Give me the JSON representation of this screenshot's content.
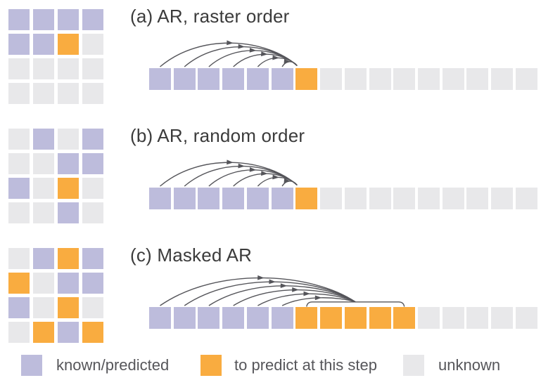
{
  "figure": {
    "rows": [
      {
        "id": "a",
        "title": "(a) AR, raster order",
        "grid": [
          [
            "K",
            "K",
            "K",
            "K"
          ],
          [
            "K",
            "K",
            "P",
            "U"
          ],
          [
            "U",
            "U",
            "U",
            "U"
          ],
          [
            "U",
            "U",
            "U",
            "U"
          ]
        ],
        "sequence": [
          "K",
          "K",
          "K",
          "K",
          "K",
          "K",
          "P",
          "U",
          "U",
          "U",
          "U",
          "U",
          "U",
          "U",
          "U",
          "U"
        ],
        "arrows": {
          "style": "converge",
          "sources": [
            0,
            1,
            2,
            3,
            4,
            5
          ],
          "target_start": 6,
          "target_end": 6
        }
      },
      {
        "id": "b",
        "title": "(b) AR, random order",
        "grid": [
          [
            "U",
            "K",
            "U",
            "K"
          ],
          [
            "U",
            "U",
            "K",
            "K"
          ],
          [
            "K",
            "U",
            "P",
            "U"
          ],
          [
            "U",
            "U",
            "K",
            "U"
          ]
        ],
        "sequence": [
          "K",
          "K",
          "K",
          "K",
          "K",
          "K",
          "P",
          "U",
          "U",
          "U",
          "U",
          "U",
          "U",
          "U",
          "U",
          "U"
        ],
        "arrows": {
          "style": "converge",
          "sources": [
            0,
            1,
            2,
            3,
            4,
            5
          ],
          "target_start": 6,
          "target_end": 6
        }
      },
      {
        "id": "c",
        "title": "(c) Masked AR",
        "grid": [
          [
            "U",
            "K",
            "P",
            "K"
          ],
          [
            "P",
            "U",
            "K",
            "K"
          ],
          [
            "K",
            "U",
            "P",
            "U"
          ],
          [
            "U",
            "P",
            "K",
            "P"
          ]
        ],
        "sequence": [
          "K",
          "K",
          "K",
          "K",
          "K",
          "K",
          "P",
          "P",
          "P",
          "P",
          "P",
          "U",
          "U",
          "U",
          "U",
          "U"
        ],
        "arrows": {
          "style": "converge-bracket",
          "sources": [
            0,
            1,
            2,
            3,
            4,
            5
          ],
          "target_start": 6,
          "target_end": 10
        }
      }
    ],
    "legend": {
      "items": [
        {
          "key": "K",
          "label": "known/predicted"
        },
        {
          "key": "P",
          "label": "to predict at this step"
        },
        {
          "key": "U",
          "label": "unknown"
        }
      ]
    },
    "colors": {
      "K": "#bdbcdc",
      "P": "#f9ac40",
      "U": "#e8e8ea",
      "arrow": "#55555a",
      "title_text": "#3b3b3b",
      "legend_text": "#56565a"
    }
  }
}
